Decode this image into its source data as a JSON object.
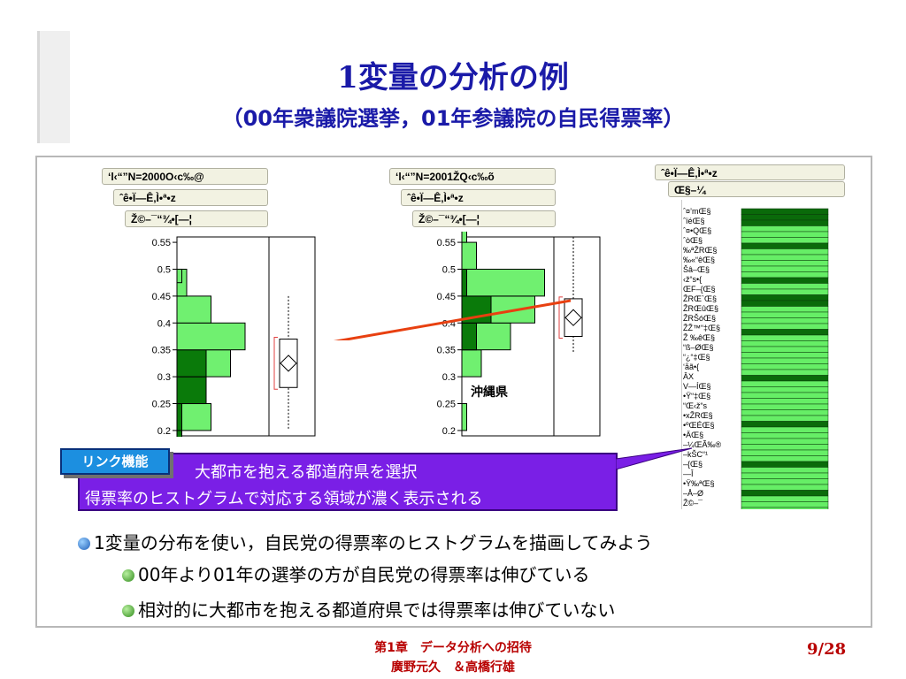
{
  "slide": {
    "title_line1": "1変量の分析の例",
    "title_line2": "（00年衆議院選挙，01年参議院の自民得票率）"
  },
  "left_panel": {
    "headers": [
      "‘l‹“”N=2000O‹c‰@",
      "ˆê•Ï—Ê‚Ì•ª•z",
      "Ž©–¯“¾•[—¦"
    ],
    "ticks": [
      "0.55",
      "0.5",
      "0.45",
      "0.4",
      "0.35",
      "0.3",
      "0.25",
      "0.2"
    ]
  },
  "right_panel": {
    "headers": [
      "‘l‹“”N=2001ŽQ‹c‰õ",
      "ˆê•Ï—Ê‚Ì•ª•z",
      "Ž©–¯“¾•[—¦"
    ],
    "ticks": [
      "0.55",
      "0.5",
      "0.45",
      "0.4",
      "0.35",
      "0.3",
      "0.25",
      "0.2"
    ],
    "annotation": "沖縄県"
  },
  "table_panel": {
    "headers": [
      "ˆê•Ï—Ê‚Ì•ª•z",
      "Œ§–¼"
    ],
    "labels": [
      "ˆ¤’mŒ§",
      "ˆïéŒ§",
      "ˆ¤•QŒ§",
      "ˆòŒ§",
      "‰ªŽRŒ§",
      "‰«“êŒ§",
      "Šâ–Œ§",
      "‹ž“s•{",
      "ŒF–{Œ§",
      "ŽRŒ`Œ§",
      "ŽRŒûŒ§",
      "ŽRŠóŒ§",
      "Ž­Ž™“‡Œ§",
      "Ž ‰êŒ§",
      "“ß–ØŒ§",
      "“¿“‡Œ§",
      "‘åã•{",
      "ÂX",
      "V—ÍŒ§",
      "•Ÿ“‡Œ§",
      "“Œ‹ž“s",
      "•xŽRŒ§",
      "•ºŒÉŒ§",
      "•ÄŒ§",
      "–¼ŒÃ‰®",
      "–kŠC“¹",
      "–{Œ§",
      "—Î",
      "•Ÿ‰ªŒ§",
      "–Å–Ø",
      "Ž©–¯"
    ],
    "rows": [
      1,
      1,
      1,
      0,
      0,
      0,
      1,
      0,
      0,
      0,
      0,
      0,
      1,
      0,
      0,
      1,
      1,
      0,
      0,
      0,
      0,
      1,
      0,
      0,
      0,
      0,
      0,
      0,
      0,
      1,
      0,
      0,
      0,
      0,
      0,
      0,
      0,
      1,
      0,
      0,
      0,
      0,
      0,
      0,
      1,
      0,
      0,
      0,
      0,
      1,
      0,
      0,
      0
    ],
    "dark_color": "#0a6a0a",
    "light_color": "#66ee66"
  },
  "callout": {
    "badge": "リンク機能",
    "line1": "大都市を抱える都道府県を選択",
    "line2": "得票率のヒストグラムで対応する領域が濃く表示される"
  },
  "bullets": [
    "1変量の分布を使い，自民党の得票率のヒストグラムを描画してみよう",
    "00年より01年の選挙の方が自民党の得票率は伸びている",
    "相対的に大都市を抱える都道府県では得票率は伸びていない"
  ],
  "footer": {
    "line1": "第1章　データ分析への招待",
    "line2": "廣野元久　＆高橋行雄",
    "page": "9/28"
  },
  "chart_data": [
    {
      "type": "bar",
      "orientation": "horizontal-histogram",
      "year": "2000",
      "bin_edges": [
        0.2,
        0.25,
        0.3,
        0.35,
        0.4,
        0.45,
        0.5,
        0.55
      ],
      "counts": [
        7,
        6,
        11,
        14,
        7,
        2,
        0,
        0
      ],
      "dark_counts": [
        1,
        6,
        6,
        0,
        0,
        0,
        0,
        0
      ],
      "extra_bins": [
        {
          "range": [
            0.175,
            0.2
          ],
          "count": 1
        },
        {
          "range": [
            0.475,
            0.5
          ],
          "count": 1
        }
      ],
      "box": {
        "q1": 0.28,
        "median": 0.325,
        "q3": 0.37,
        "min": 0.2,
        "max": 0.45
      },
      "ylim": [
        0.19,
        0.56
      ]
    },
    {
      "type": "bar",
      "orientation": "horizontal-histogram",
      "year": "2001",
      "bin_edges": [
        0.2,
        0.25,
        0.3,
        0.35,
        0.4,
        0.45,
        0.5,
        0.55
      ],
      "counts": [
        1,
        0,
        4,
        10,
        15,
        17,
        3,
        1
      ],
      "dark_counts": [
        0,
        0,
        0,
        3,
        6,
        1,
        0,
        0
      ],
      "box": {
        "q1": 0.375,
        "median": 0.41,
        "q3": 0.445,
        "min": 0.345,
        "max": 0.56
      },
      "ylim": [
        0.19,
        0.56
      ]
    }
  ]
}
